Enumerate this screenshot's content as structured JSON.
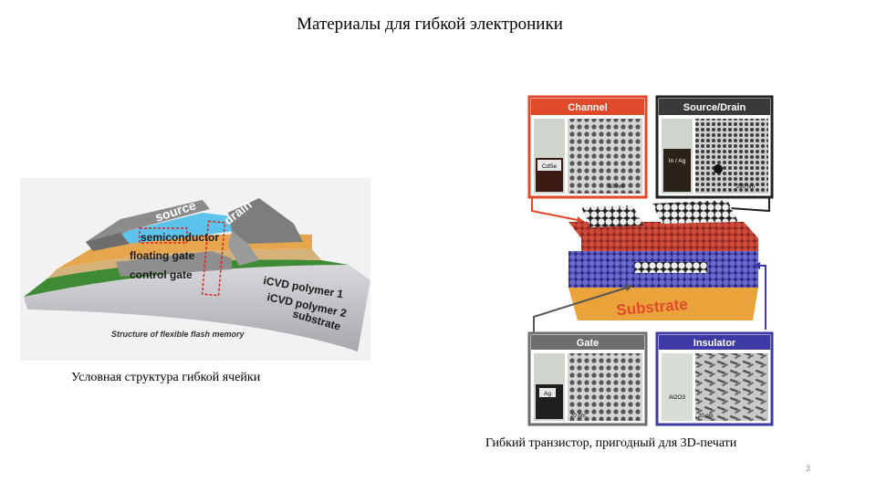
{
  "slide": {
    "title": "Материалы для гибкой электроники",
    "page_number": "3"
  },
  "left_figure": {
    "labels": {
      "source": "source",
      "drain": "drain",
      "semiconductor": "semiconductor",
      "floating_gate": "floating gate",
      "control_gate": "control gate",
      "polymer1": "iCVD polymer 1",
      "polymer2": "iCVD polymer 2",
      "substrate": "substrate"
    },
    "figure_caption": "Structure of flexible flash memory",
    "caption": "Условная структура гибкой ячейки"
  },
  "right_figure": {
    "panels": {
      "channel": "Channel",
      "source_drain": "Source/Drain",
      "gate": "Gate",
      "insulator": "Insulator"
    },
    "vial_labels": {
      "cdse": "CdSe",
      "in_ag": "In / Ag",
      "ag": "Ag",
      "al2o3": "Al2O3"
    },
    "scale_bars": {
      "channel": "50 nm",
      "source_drain": "200 nm",
      "gate": "20 nm",
      "insulator": "20 nm"
    },
    "substrate_label": "Substrate",
    "caption": "Гибкий транзистор, пригодный для 3D-печати"
  },
  "colors": {
    "channel_header": "#e04a2a",
    "insulator_header": "#3d3aa6",
    "panel_header_gray": "#6e6e6e",
    "substrate": "#e9a33a",
    "red_layer": "#c23b2e",
    "blue_layer": "#5a59c4"
  }
}
